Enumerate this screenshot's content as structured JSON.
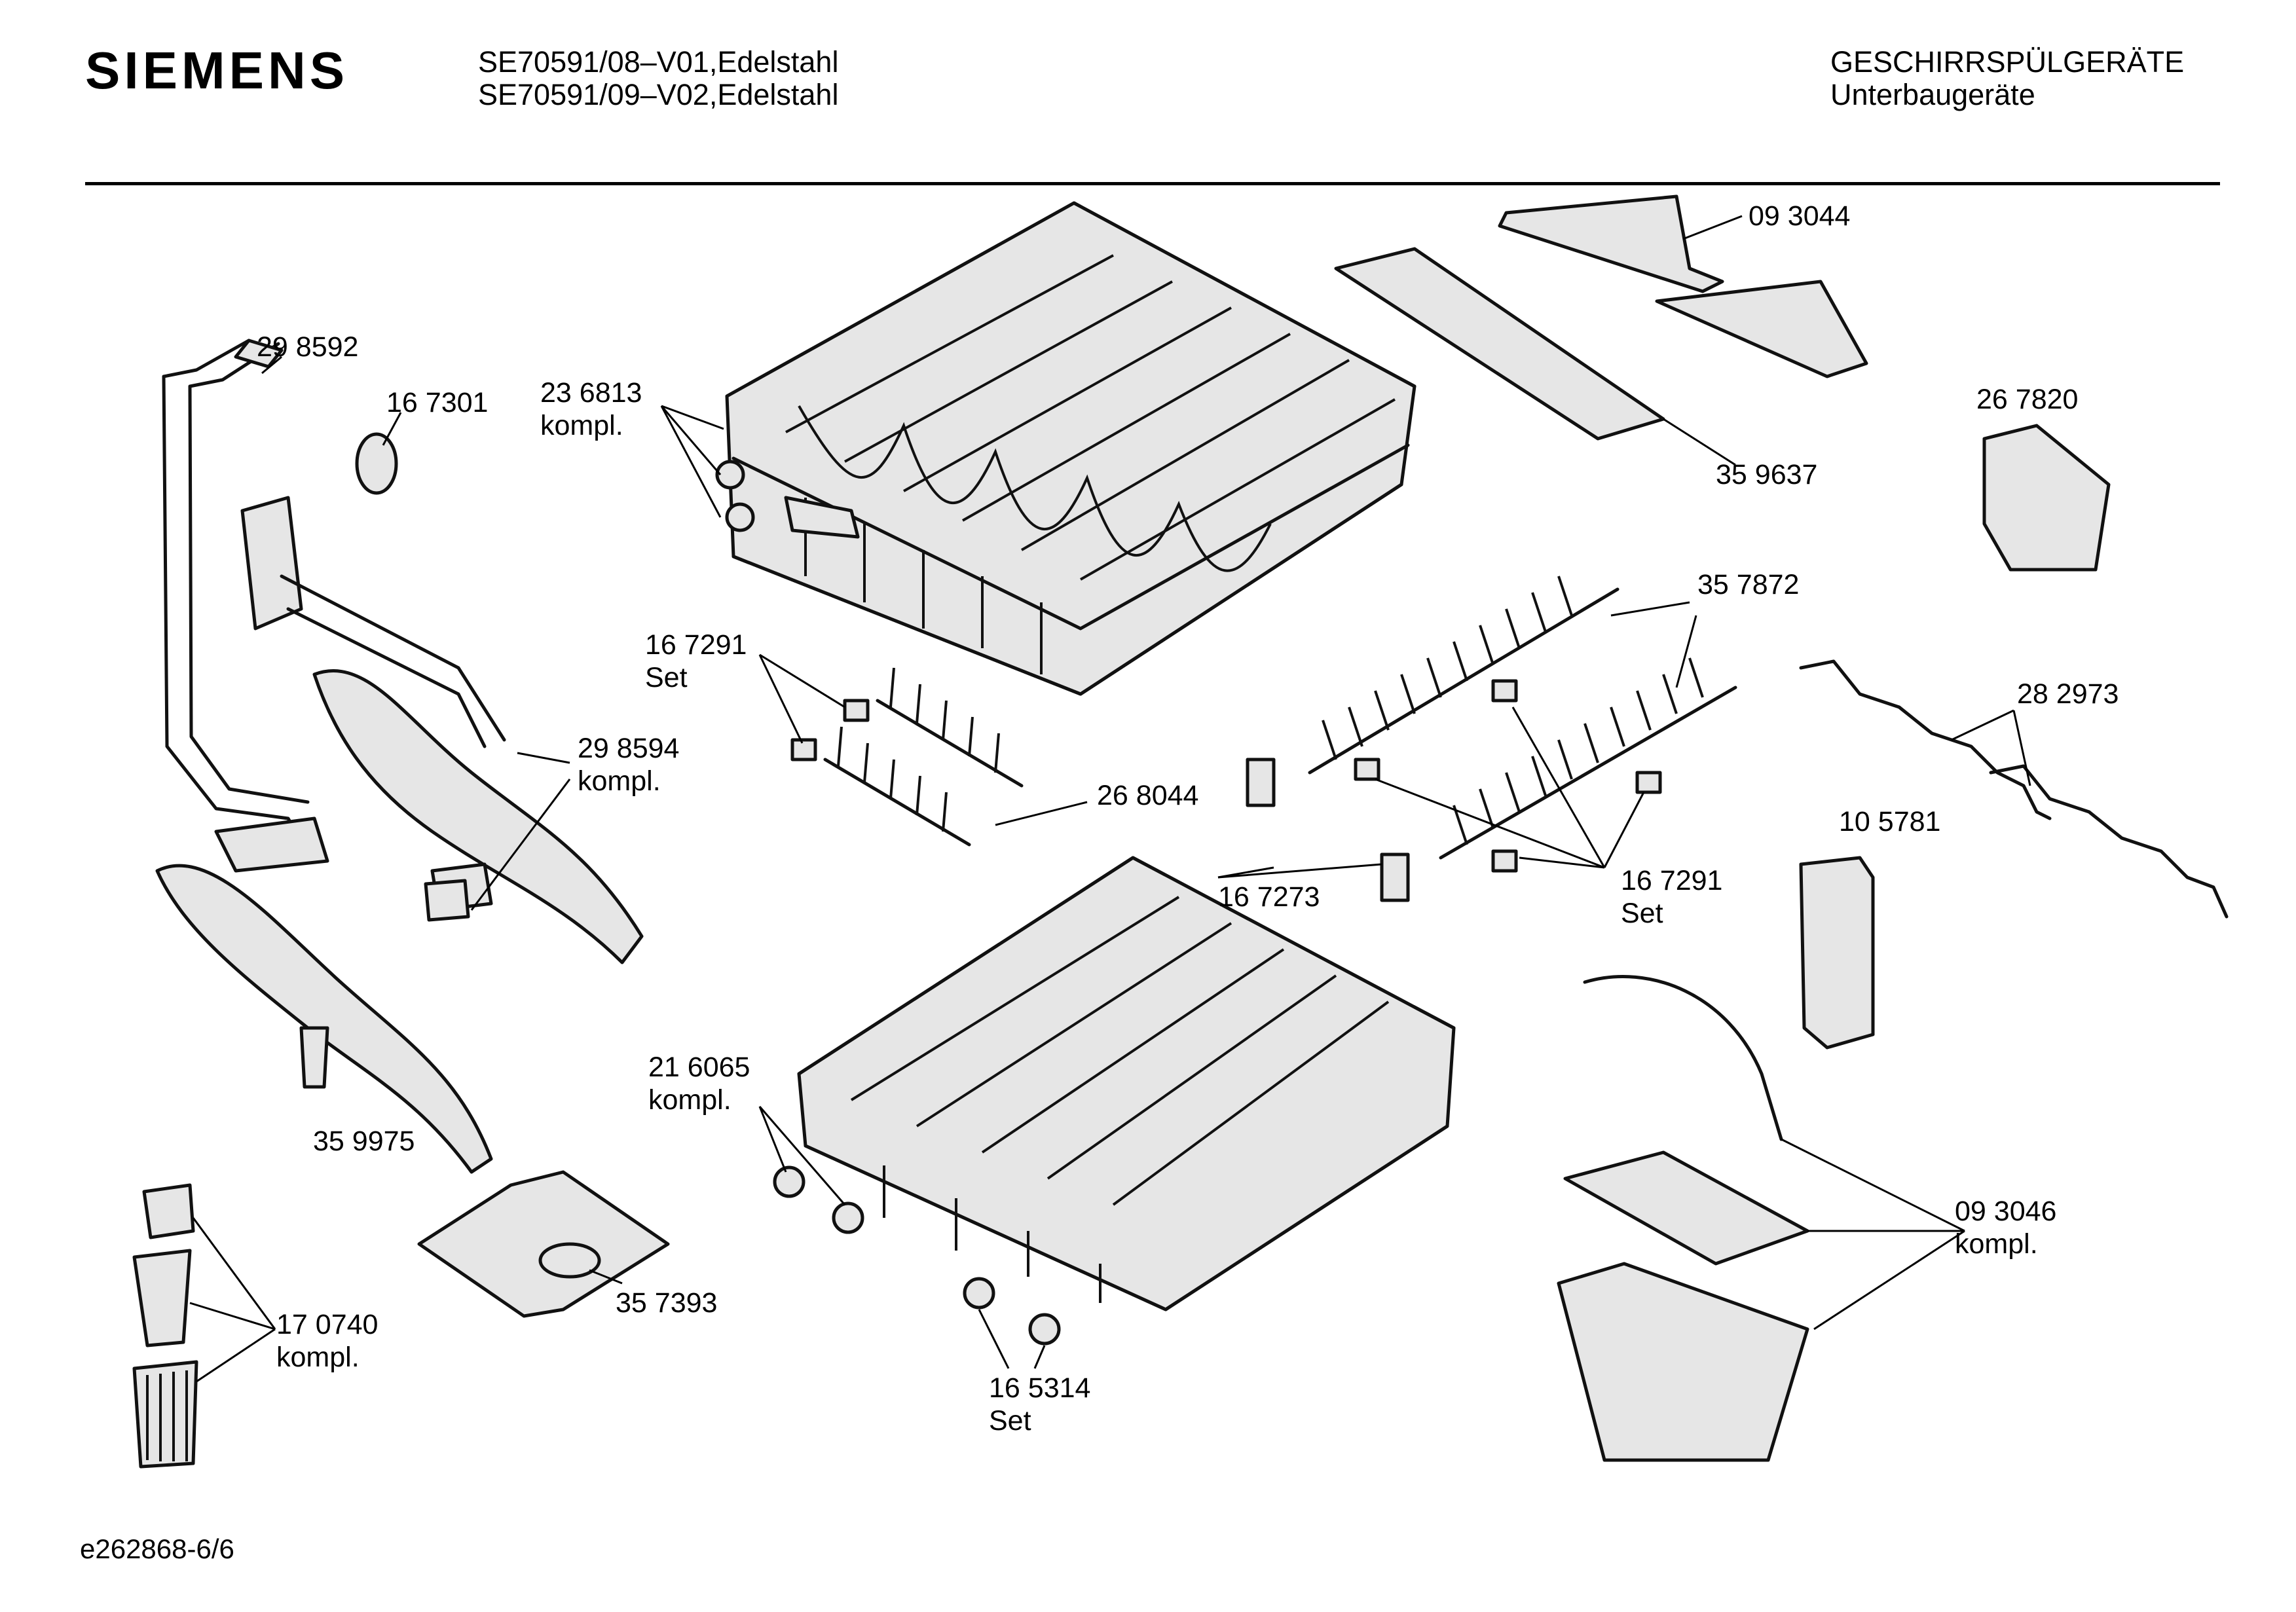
{
  "header": {
    "brand": "SIEMENS",
    "models": [
      "SE70591/08–V01,Edelstahl",
      "SE70591/09–V02,Edelstahl"
    ],
    "category": [
      "GESCHIRRSPÜLGERÄTE",
      "Unterbaugeräte"
    ]
  },
  "labels": {
    "p093044": "09 3044",
    "p298592": "29 8592",
    "p167301": "16 7301",
    "p236813": [
      "23 6813",
      "kompl."
    ],
    "p359637": "35 9637",
    "p267820": "26 7820",
    "p357872": "35 7872",
    "p167291a": [
      "16 7291",
      "Set"
    ],
    "p298594": [
      "29 8594",
      "kompl."
    ],
    "p282973": "28 2973",
    "p268044": "26 8044",
    "p105781": "10 5781",
    "p167273": "16 7273",
    "p167291b": [
      "16 7291",
      "Set"
    ],
    "p216065": [
      "21 6065",
      "kompl."
    ],
    "p359975": "35 9975",
    "p093046": [
      "09 3046",
      "kompl."
    ],
    "p170740": [
      "17 0740",
      "kompl."
    ],
    "p357393": "35 7393",
    "p165314": [
      "16 5314",
      "Set"
    ]
  },
  "footer": {
    "ref": "e262868-6/6"
  }
}
